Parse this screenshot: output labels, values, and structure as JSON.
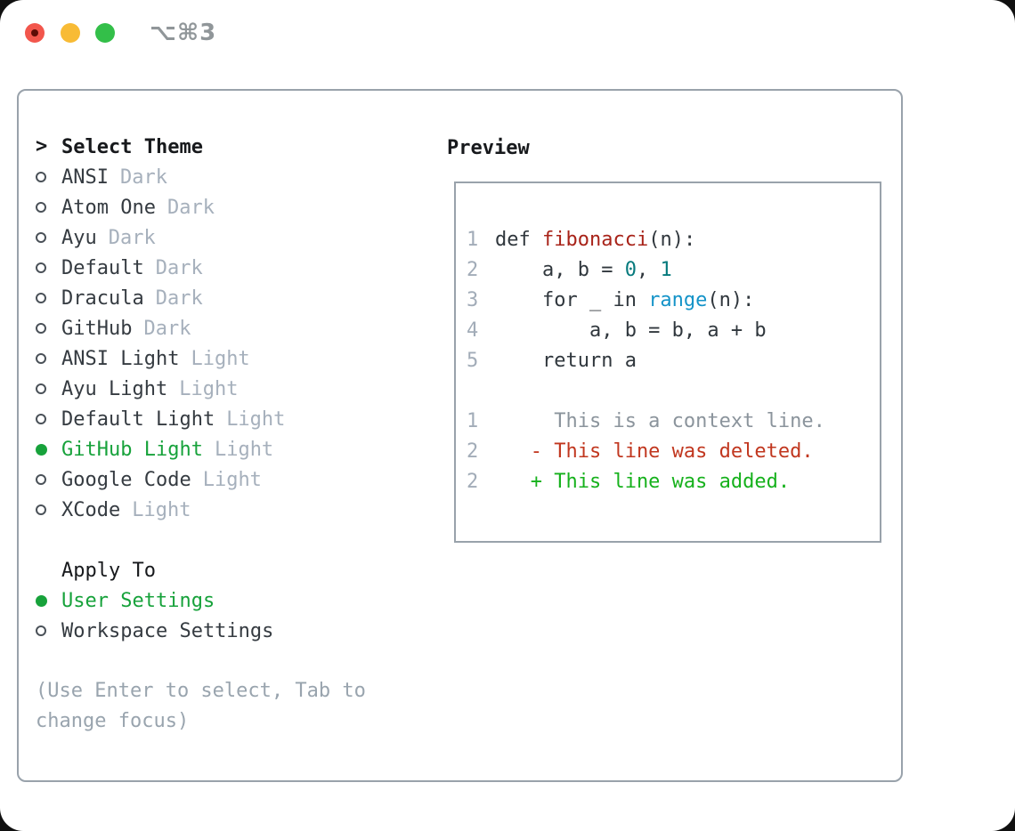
{
  "titlebar": {
    "title": "⌥⌘3"
  },
  "colors": {
    "accent_green": "#17a23b",
    "added_green": "#16b11c",
    "deleted_red": "#c1371f",
    "context_gray": "#8b949c",
    "line_number_gray": "#a2acb8",
    "title_red": "#a82319",
    "number_teal": "#067a7d",
    "builtin_blue": "#1493c8",
    "code_plain": "#30373d",
    "border_gray": "#99a2ab",
    "muted_gray": "#a6b0bc",
    "hint_gray": "#99a4ae",
    "text_dark": "#353b41",
    "header_black": "#17191c",
    "traffic_red": "#f2564c",
    "traffic_yellow": "#f8bb35",
    "traffic_green": "#33bf49",
    "titlebar_gray": "#909699"
  },
  "theme_list": {
    "cursor": ">",
    "header": "Select Theme",
    "items": [
      {
        "name": "ANSI",
        "variant": "Dark",
        "selected": false
      },
      {
        "name": "Atom One",
        "variant": "Dark",
        "selected": false
      },
      {
        "name": "Ayu",
        "variant": "Dark",
        "selected": false
      },
      {
        "name": "Default",
        "variant": "Dark",
        "selected": false
      },
      {
        "name": "Dracula",
        "variant": "Dark",
        "selected": false
      },
      {
        "name": "GitHub",
        "variant": "Dark",
        "selected": false
      },
      {
        "name": "ANSI Light",
        "variant": "Light",
        "selected": false
      },
      {
        "name": "Ayu Light",
        "variant": "Light",
        "selected": false
      },
      {
        "name": "Default Light",
        "variant": "Light",
        "selected": false
      },
      {
        "name": "GitHub Light",
        "variant": "Light",
        "selected": true
      },
      {
        "name": "Google Code",
        "variant": "Light",
        "selected": false
      },
      {
        "name": "XCode",
        "variant": "Light",
        "selected": false
      }
    ]
  },
  "apply_to": {
    "header": "Apply To",
    "options": [
      {
        "label": "User Settings",
        "selected": true
      },
      {
        "label": "Workspace Settings",
        "selected": false
      }
    ]
  },
  "hint": "(Use Enter to select, Tab to change focus)",
  "preview": {
    "title": "Preview",
    "lines": [
      {
        "num": "1",
        "tokens": [
          {
            "t": "def ",
            "c": "plain"
          },
          {
            "t": "fibonacci",
            "c": "title"
          },
          {
            "t": "(n):",
            "c": "plain"
          }
        ]
      },
      {
        "num": "2",
        "tokens": [
          {
            "t": "    a, b = ",
            "c": "plain"
          },
          {
            "t": "0",
            "c": "num"
          },
          {
            "t": ", ",
            "c": "plain"
          },
          {
            "t": "1",
            "c": "num"
          }
        ]
      },
      {
        "num": "3",
        "tokens": [
          {
            "t": "    for _ in ",
            "c": "plain"
          },
          {
            "t": "range",
            "c": "builtin"
          },
          {
            "t": "(n):",
            "c": "plain"
          }
        ]
      },
      {
        "num": "4",
        "tokens": [
          {
            "t": "        a, b = b, a + b",
            "c": "plain"
          }
        ]
      },
      {
        "num": "5",
        "tokens": [
          {
            "t": "    return a",
            "c": "plain"
          }
        ]
      },
      {
        "num": "",
        "tokens": []
      },
      {
        "num": "1",
        "tokens": [
          {
            "t": "     This is a context line.",
            "c": "context"
          }
        ]
      },
      {
        "num": "2",
        "tokens": [
          {
            "t": "   - This line was deleted.",
            "c": "deleted"
          }
        ]
      },
      {
        "num": "2",
        "tokens": [
          {
            "t": "   + This line was added.",
            "c": "added"
          }
        ]
      }
    ]
  }
}
